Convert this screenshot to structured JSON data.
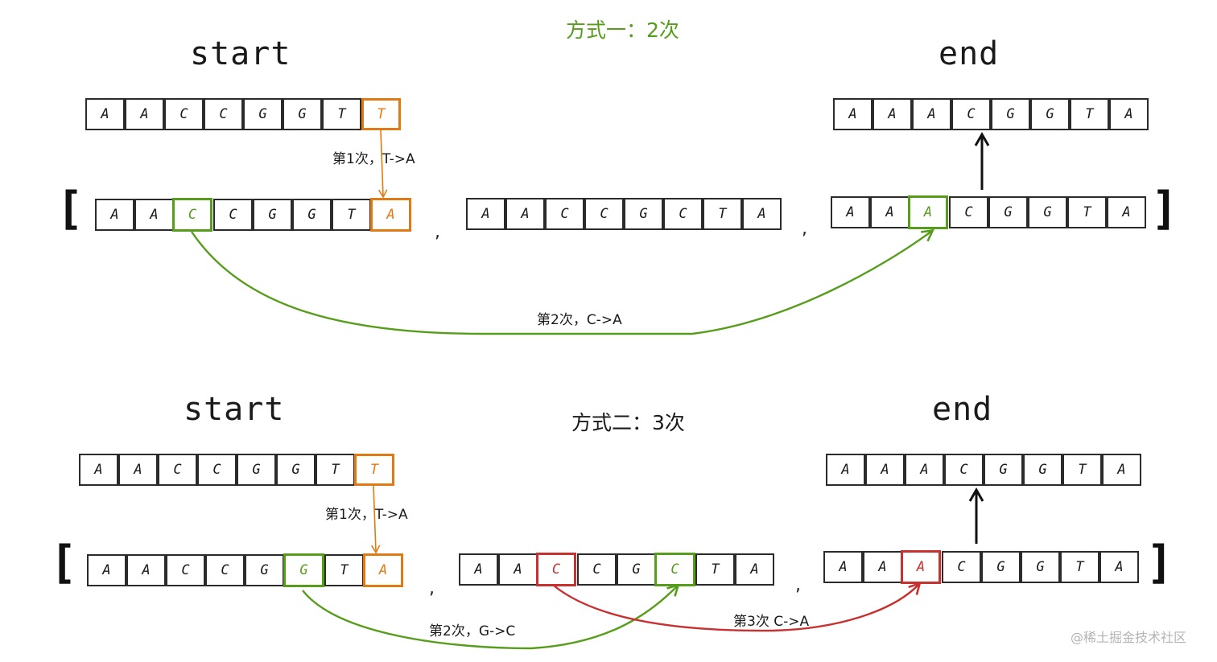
{
  "colors": {
    "orange": "#e07b14",
    "green": "#579d1c",
    "red": "#c93030",
    "ink": "#1a1a1a"
  },
  "method1": {
    "title": "方式一：2次",
    "start_label": "start",
    "end_label": "end",
    "start_seq": [
      "A",
      "A",
      "C",
      "C",
      "G",
      "G",
      "T",
      "T"
    ],
    "end_seq": [
      "A",
      "A",
      "A",
      "C",
      "G",
      "G",
      "T",
      "A"
    ],
    "list": [
      [
        "A",
        "A",
        "C",
        "C",
        "G",
        "G",
        "T",
        "A"
      ],
      [
        "A",
        "A",
        "C",
        "C",
        "G",
        "C",
        "T",
        "A"
      ],
      [
        "A",
        "A",
        "A",
        "C",
        "G",
        "G",
        "T",
        "A"
      ]
    ],
    "open_bracket": "[",
    "close_bracket": "]",
    "separator": ",",
    "step1_label": "第1次，T->A",
    "step2_label": "第2次，C->A"
  },
  "method2": {
    "title": "方式二：3次",
    "start_label": "start",
    "end_label": "end",
    "start_seq": [
      "A",
      "A",
      "C",
      "C",
      "G",
      "G",
      "T",
      "T"
    ],
    "end_seq": [
      "A",
      "A",
      "A",
      "C",
      "G",
      "G",
      "T",
      "A"
    ],
    "list": [
      [
        "A",
        "A",
        "C",
        "C",
        "G",
        "G",
        "T",
        "A"
      ],
      [
        "A",
        "A",
        "C",
        "C",
        "G",
        "C",
        "T",
        "A"
      ],
      [
        "A",
        "A",
        "A",
        "C",
        "G",
        "G",
        "T",
        "A"
      ]
    ],
    "open_bracket": "[",
    "close_bracket": "]",
    "separator": ",",
    "step1_label": "第1次，T->A",
    "step2_label": "第2次，G->C",
    "step3_label": "第3次 C->A"
  },
  "watermark": "@稀土掘金技术社区"
}
